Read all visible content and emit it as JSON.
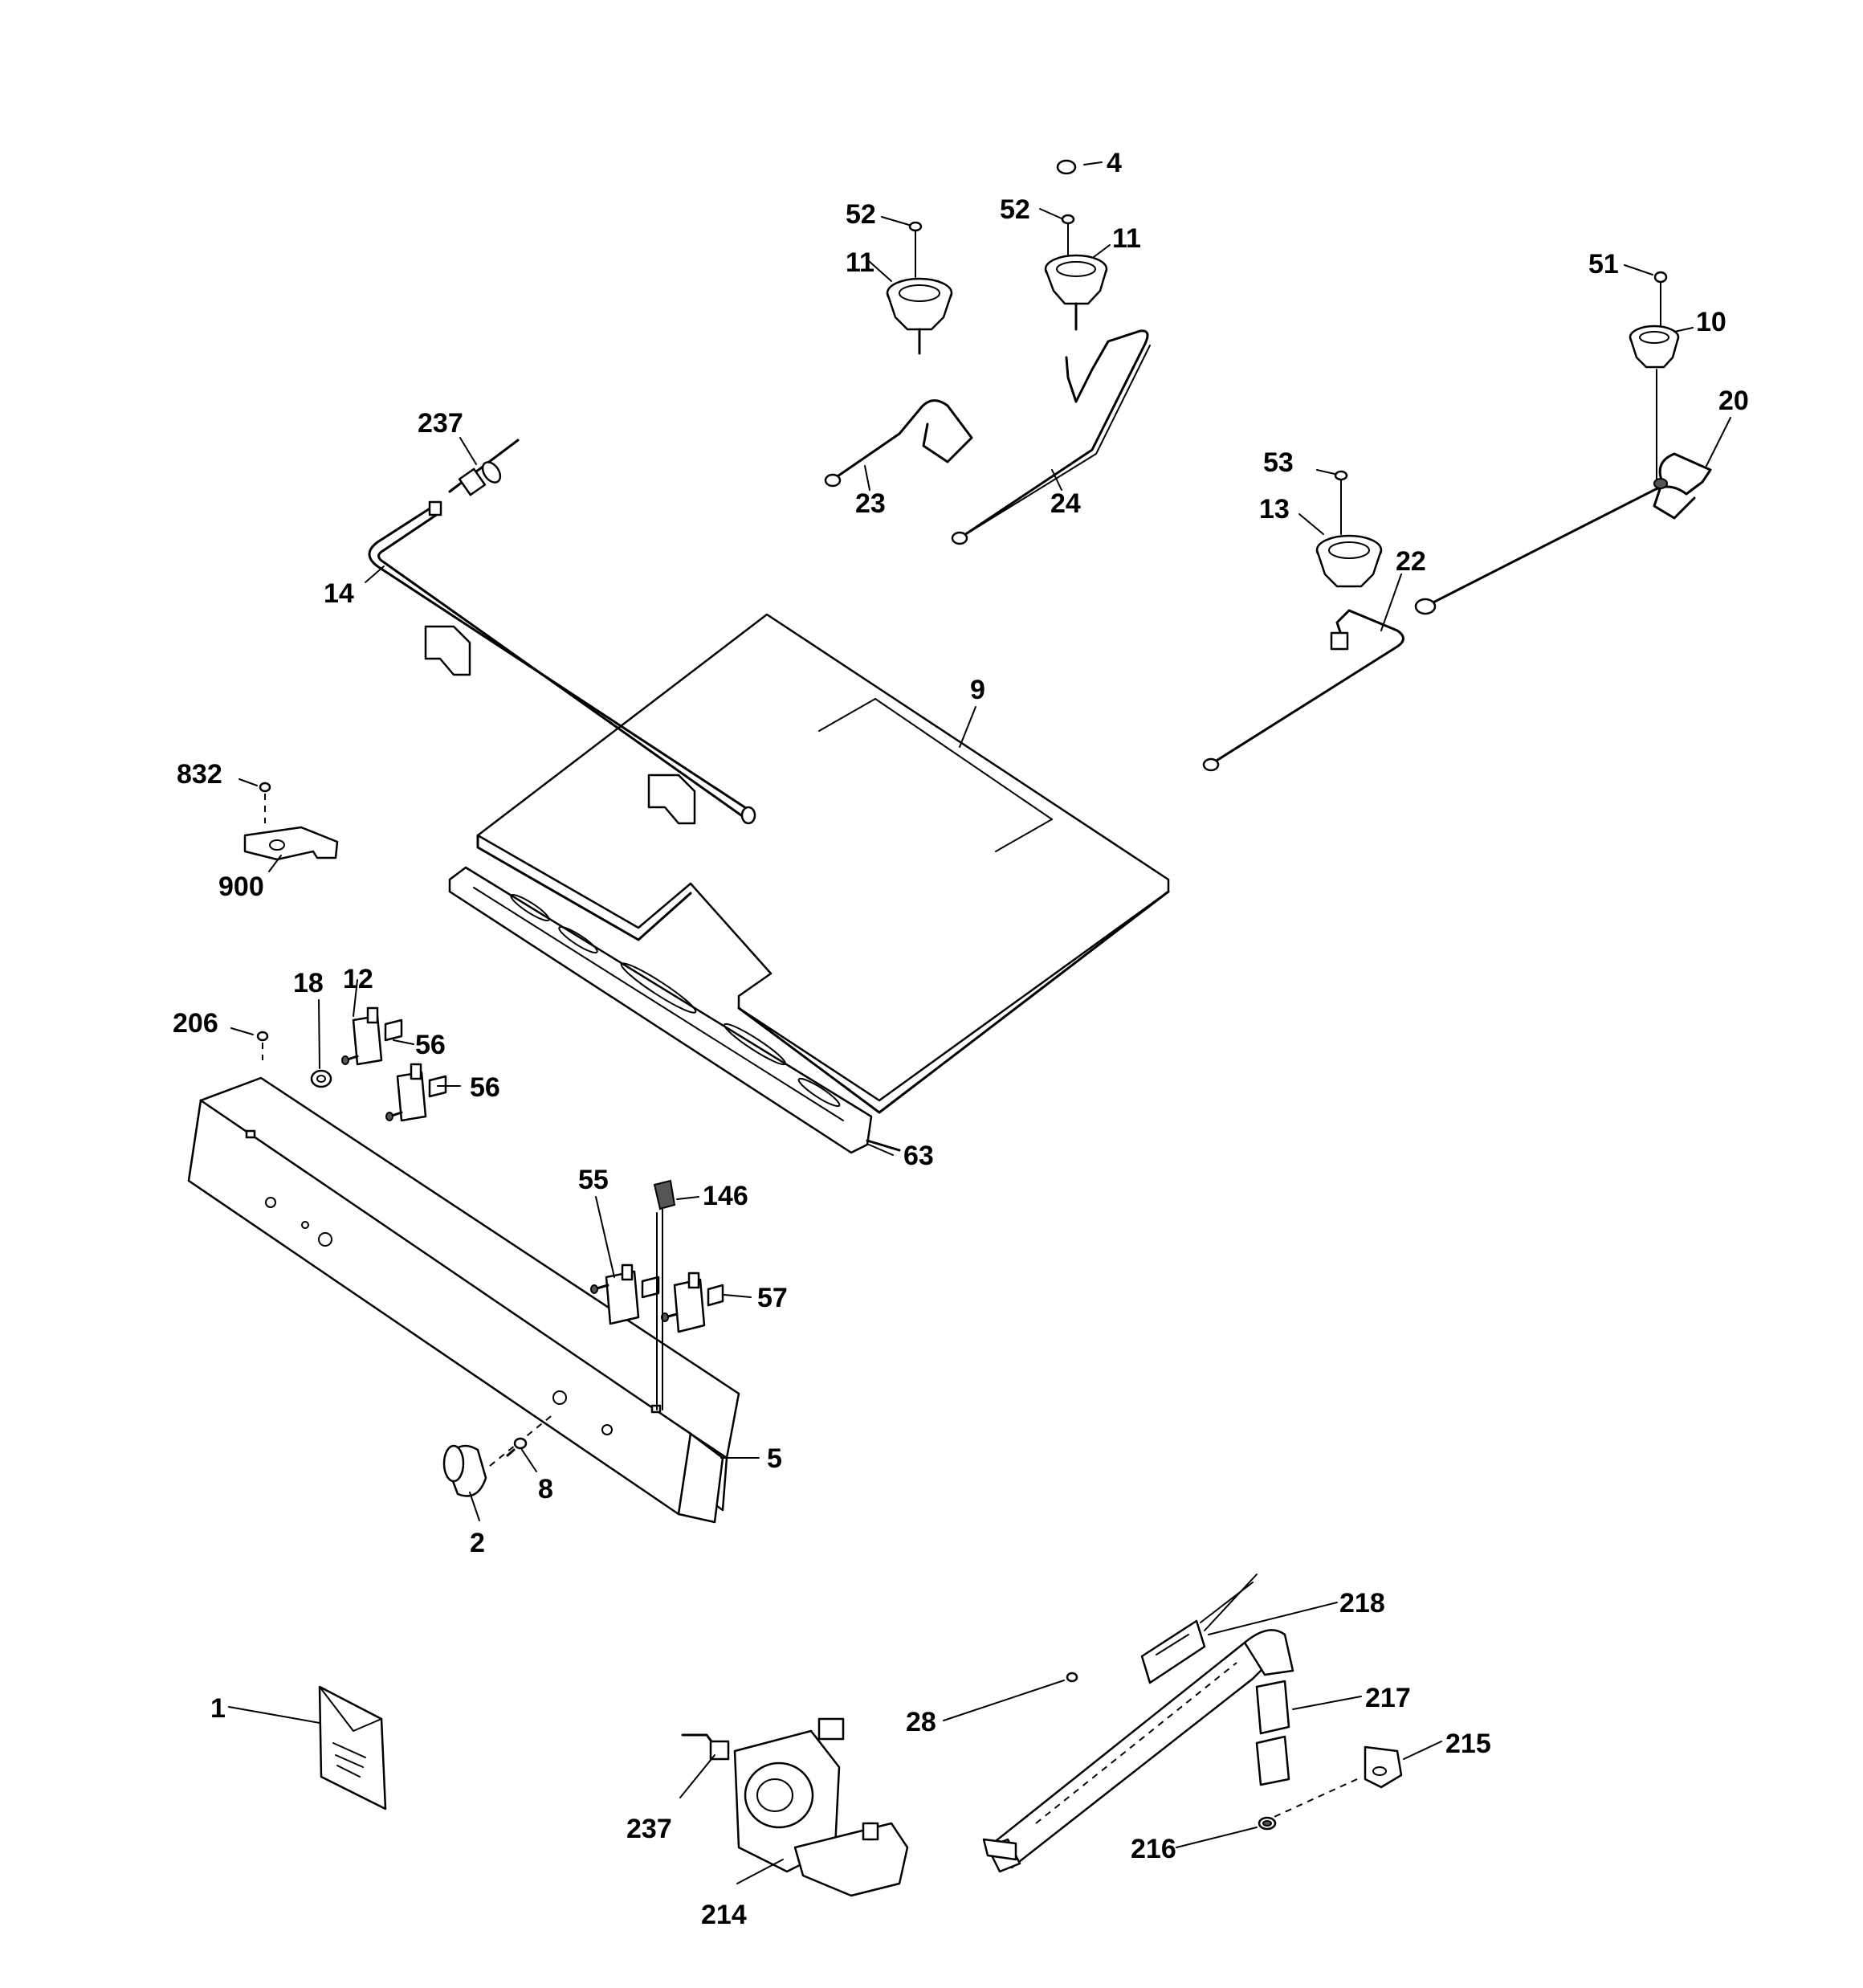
{
  "labels": {
    "l4": "4",
    "l52a": "52",
    "l52b": "52",
    "l11a": "11",
    "l11b": "11",
    "l51": "51",
    "l10": "10",
    "l20": "20",
    "l237a": "237",
    "l23": "23",
    "l24": "24",
    "l53": "53",
    "l13": "13",
    "l22": "22",
    "l14": "14",
    "l9": "9",
    "l832": "832",
    "l900": "900",
    "l18": "18",
    "l12": "12",
    "l206": "206",
    "l56a": "56",
    "l56b": "56",
    "l63": "63",
    "l55": "55",
    "l146": "146",
    "l57": "57",
    "l5": "5",
    "l8": "8",
    "l2": "2",
    "l218": "218",
    "l217": "217",
    "l215": "215",
    "l28": "28",
    "l1": "1",
    "l237b": "237",
    "l216": "216",
    "l214": "214"
  }
}
